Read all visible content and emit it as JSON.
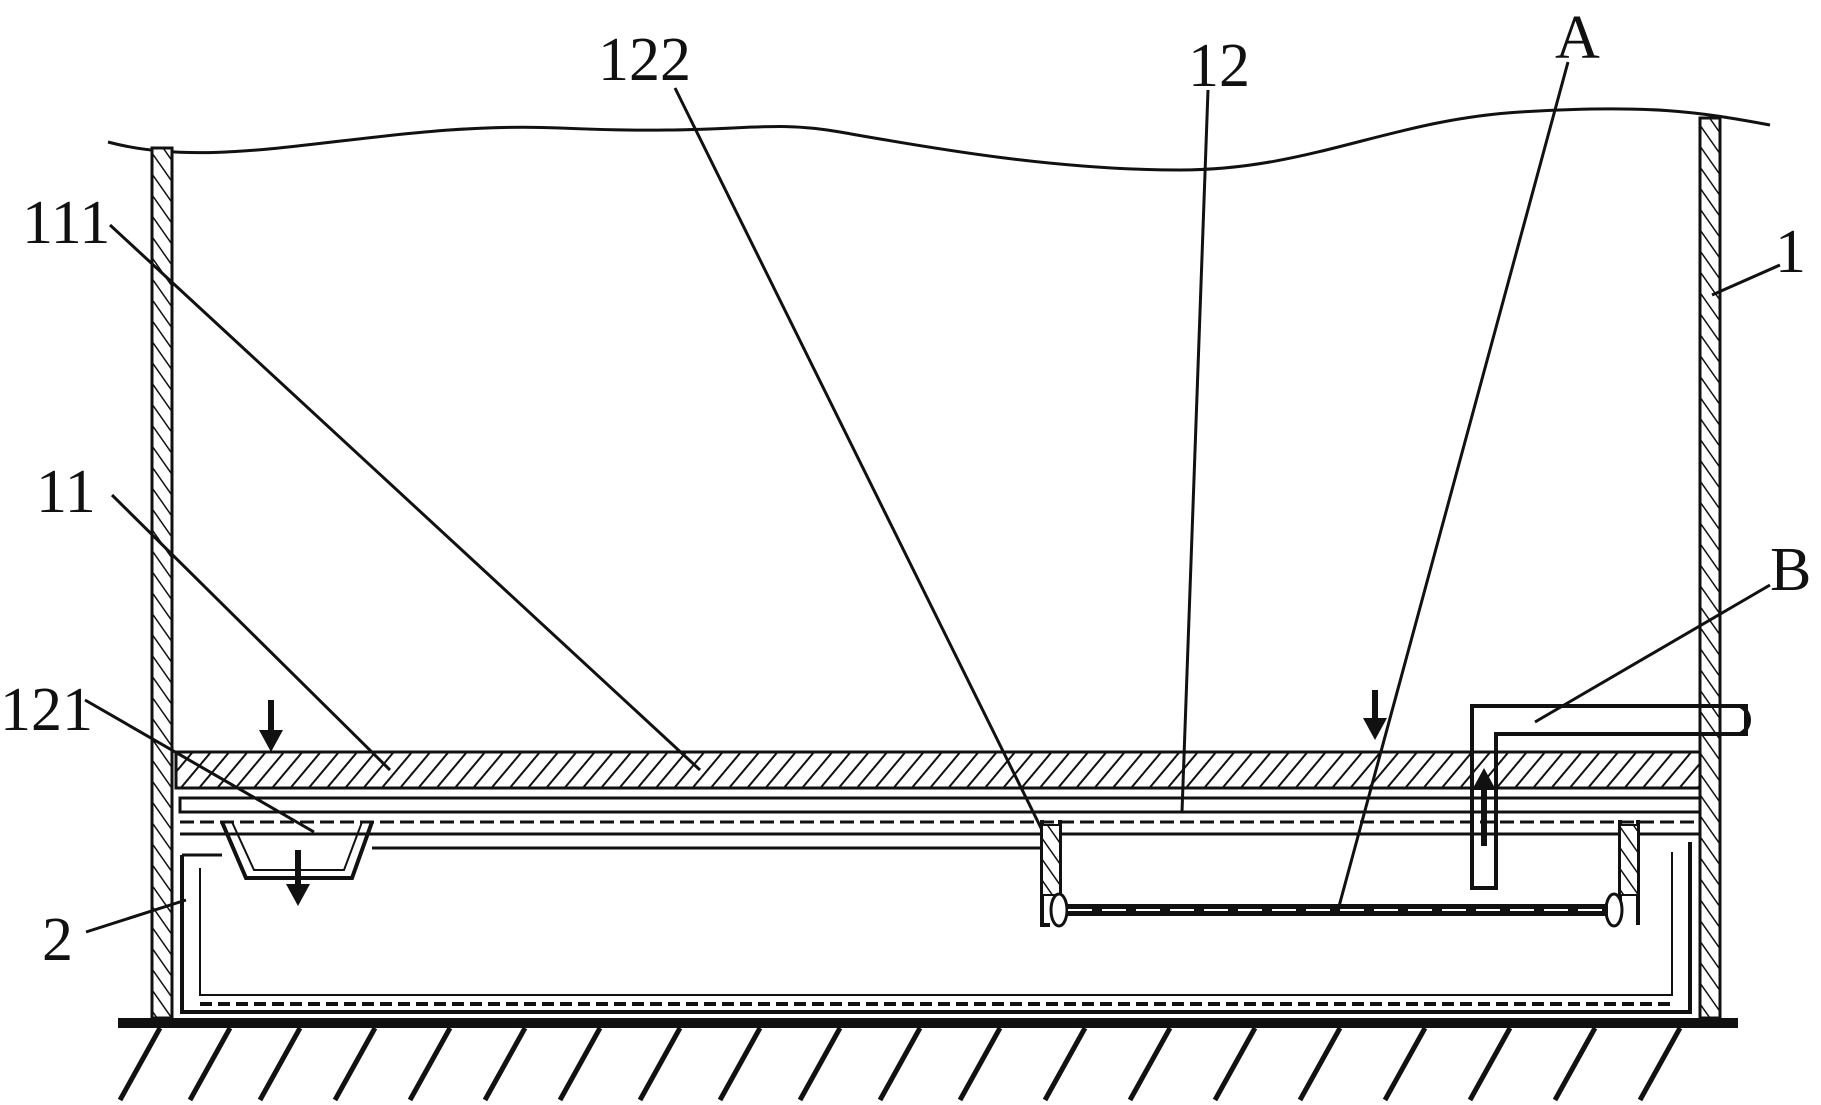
{
  "labels": {
    "l122": "122",
    "l12": "12",
    "lA": "A",
    "l111": "111",
    "l1": "1",
    "l11": "11",
    "lB": "B",
    "l121": "121",
    "l2": "2"
  }
}
